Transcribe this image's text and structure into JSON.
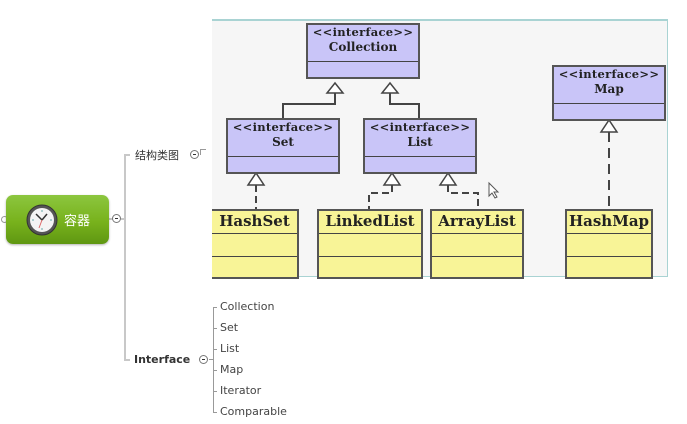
{
  "mindmap": {
    "root": {
      "label": "容器",
      "icon": "clock-icon"
    },
    "branches": [
      {
        "label": "结构类图",
        "content": "uml-class-diagram-image"
      },
      {
        "label": "Interface",
        "children": [
          "Collection",
          "Set",
          "List",
          "Map",
          "Iterator",
          "Comparable"
        ]
      }
    ]
  },
  "uml": {
    "stereotype": "<<interface>>",
    "interfaces": [
      {
        "name": "Collection"
      },
      {
        "name": "Set"
      },
      {
        "name": "List"
      },
      {
        "name": "Map"
      }
    ],
    "classes": [
      {
        "name": "HashSet"
      },
      {
        "name": "LinkedList"
      },
      {
        "name": "ArrayList"
      },
      {
        "name": "HashMap"
      }
    ],
    "relations": [
      {
        "from": "Set",
        "to": "Collection",
        "type": "generalization"
      },
      {
        "from": "List",
        "to": "Collection",
        "type": "generalization"
      },
      {
        "from": "HashSet",
        "to": "Set",
        "type": "realization"
      },
      {
        "from": "LinkedList",
        "to": "List",
        "type": "realization"
      },
      {
        "from": "ArrayList",
        "to": "List",
        "type": "realization"
      },
      {
        "from": "HashMap",
        "to": "Map",
        "type": "realization"
      }
    ]
  }
}
